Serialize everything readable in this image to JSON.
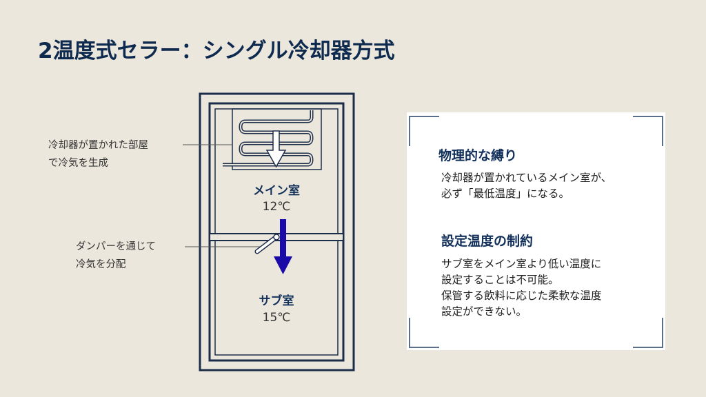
{
  "title": "2温度式セラー：シングル冷却器方式",
  "diagram": {
    "labels": {
      "cooler_line1": "冷却器が置かれた部屋",
      "cooler_line2": "で冷気を生成",
      "damper_line1": "ダンパーを通じて",
      "damper_line2": "冷気を分配"
    },
    "main_room": {
      "name": "メイン室",
      "temp": "12℃"
    },
    "sub_room": {
      "name": "サブ室",
      "temp": "15℃"
    },
    "colors": {
      "frame": "#1c2d4a",
      "flow_arrow": "#1a0aa8"
    }
  },
  "card": {
    "section1": {
      "heading": "物理的な縛り",
      "lines": [
        "冷却器が置かれているメイン室が、",
        "必ず「最低温度」になる。"
      ]
    },
    "section2": {
      "heading": "設定温度の制約",
      "lines": [
        "サブ室をメイン室より低い温度に",
        "設定することは不可能。",
        "保管する飲料に応じた柔軟な温度",
        "設定ができない。"
      ]
    }
  }
}
